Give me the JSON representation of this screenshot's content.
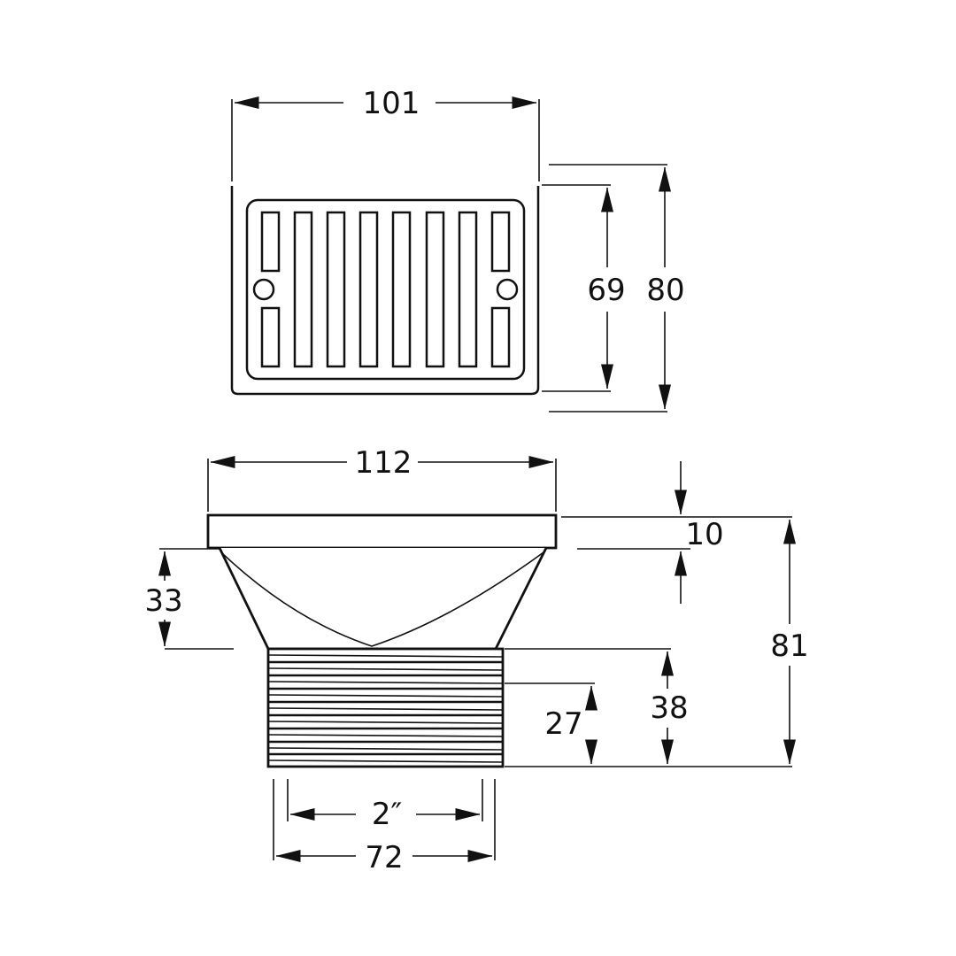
{
  "colors": {
    "line": "#111111",
    "background": "#ffffff"
  },
  "top_view": {
    "dims": {
      "width": "101",
      "grate_height": "69",
      "overall_height": "80"
    },
    "slot_count": 8,
    "screw_count": 2
  },
  "side_view": {
    "dims": {
      "flange_width": "112",
      "flange_thickness": "10",
      "funnel_height": "33",
      "overall_height": "81",
      "thread_length": "38",
      "thread_engagement": "27",
      "thread_size": "2″",
      "outlet_diameter": "72"
    }
  }
}
